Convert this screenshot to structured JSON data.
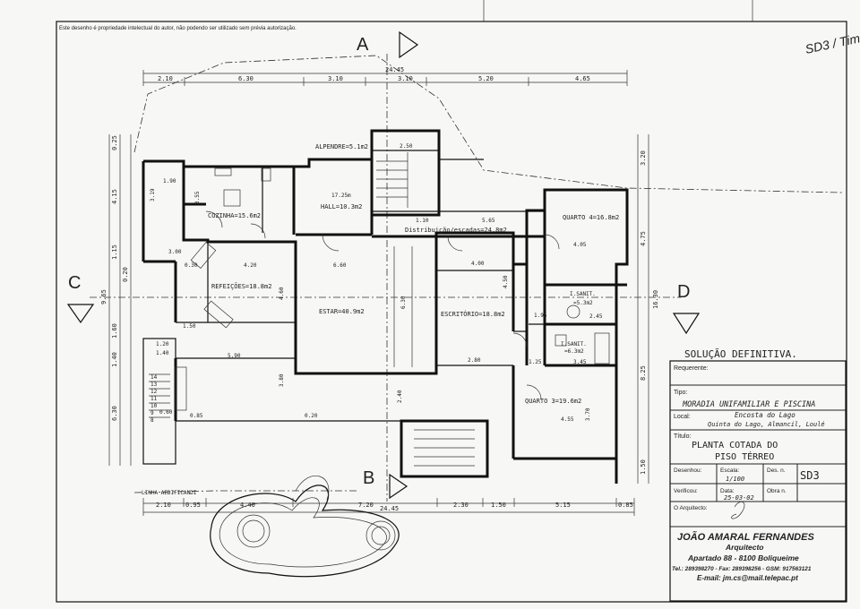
{
  "notice": "Este desenho é propriedade intelectual do autor, não podendo ser utilizado sem prévia autorização.",
  "corner_mark": "SD3 / Tim",
  "sections": {
    "a": "A",
    "b": "B",
    "c": "C",
    "d": "D"
  },
  "dims_top": {
    "total": "24.45",
    "segments": [
      "2.10",
      "6.30",
      "3.10",
      "3.10",
      "5.20",
      "4.65"
    ]
  },
  "dims_bottom": {
    "total": "24.45",
    "segments": [
      "2.10",
      "0.95",
      "4.40",
      "7.20",
      "2.30",
      "1.50",
      "5.15",
      "0.85"
    ]
  },
  "dims_left": [
    "0.25",
    "4.15",
    "1.15",
    "0.20",
    "9.65",
    "1.60",
    "1.40",
    "6.30"
  ],
  "dims_right": [
    "3.20",
    "4.75",
    "8.25",
    "16.30",
    "1.50"
  ],
  "rooms": {
    "alpendre": "ALPENDRE=5.1m2",
    "cozinha": "COZINHA=15.6m2",
    "hall": "HALL=10.3m2",
    "hall_dim": "17.25m",
    "distribuicao": "Distribuição/escadas=24.8m2",
    "quarto4": "QUARTO 4=16.8m2",
    "refeicoes": "REFEIÇÕES=18.8m2",
    "estar": "ESTAR=40.9m2",
    "escritorio": "ESCRITÓRIO=18.8m2",
    "sanit_a": "I.SANIT.",
    "sanit_a_area": "=5.3m2",
    "sanit_b": "I.SANIT.",
    "sanit_b_area": "=6.3m2",
    "quarto3": "QUARTO 3=19.6m2"
  },
  "inner_dims": {
    "d190": "1.90",
    "d319": "3.19",
    "d355": "3.55",
    "d300": "3.00",
    "d030a": "0.30",
    "d420": "4.20",
    "d660": "6.60",
    "d400": "4.00",
    "d590": "5.90",
    "d150": "1.50",
    "d455": "4.55",
    "d405": "4.05",
    "d565": "5.65",
    "d110": "1.10",
    "d280": "2.80",
    "d250": "2.50",
    "d240": "2.40",
    "d085": "0.85",
    "d020": "0.20",
    "d120": "1.20",
    "d140": "1.40",
    "d060": "0.60",
    "d195": "1.95",
    "d245": "2.45",
    "d125": "1.25",
    "d345": "3.45",
    "d370": "3.70",
    "d460": "4.60",
    "d630": "6.30",
    "d450": "4.50",
    "d380": "3.80"
  },
  "stair_steps": [
    "14",
    "13",
    "12",
    "11",
    "10",
    "9",
    "8"
  ],
  "site_label": "LINHA AEDIFICANDI",
  "title_block": {
    "solution": "SOLUÇÃO DEFINITIVA.",
    "requerente_label": "Requerente:",
    "tipo_label": "Tipo:",
    "tipo_value": "MORADIA UNIFAMILIAR E PISCINA",
    "local_label": "Local:",
    "local_value1": "Encosta do Lago",
    "local_value2": "Quinta do Lago, Almancil, Loulé",
    "titulo_label": "Título:",
    "titulo_value1": "PLANTA COTADA DO",
    "titulo_value2": "PISO TÉRREO",
    "desenhou_label": "Desenhou:",
    "escala_label": "Escala:",
    "escala_value": "1/100",
    "desn_label": "Des. n.",
    "desn_value": "SD3",
    "verificou_label": "Verificou:",
    "data_label": "Data:",
    "data_value": "25-03-02",
    "obra_label": "Obra n.",
    "arquitecto_label": "O Arquitecto:",
    "arch_name": "JOÃO AMARAL FERNANDES",
    "arch_role": "Arquitecto",
    "arch_address": "Apartado 88 - 8100 Boliqueime",
    "arch_tel": "Tel.: 289398270 - Fax: 289398256 - GSM: 917563121",
    "arch_email": "E-mail: jm.cs@mail.telepac.pt"
  }
}
